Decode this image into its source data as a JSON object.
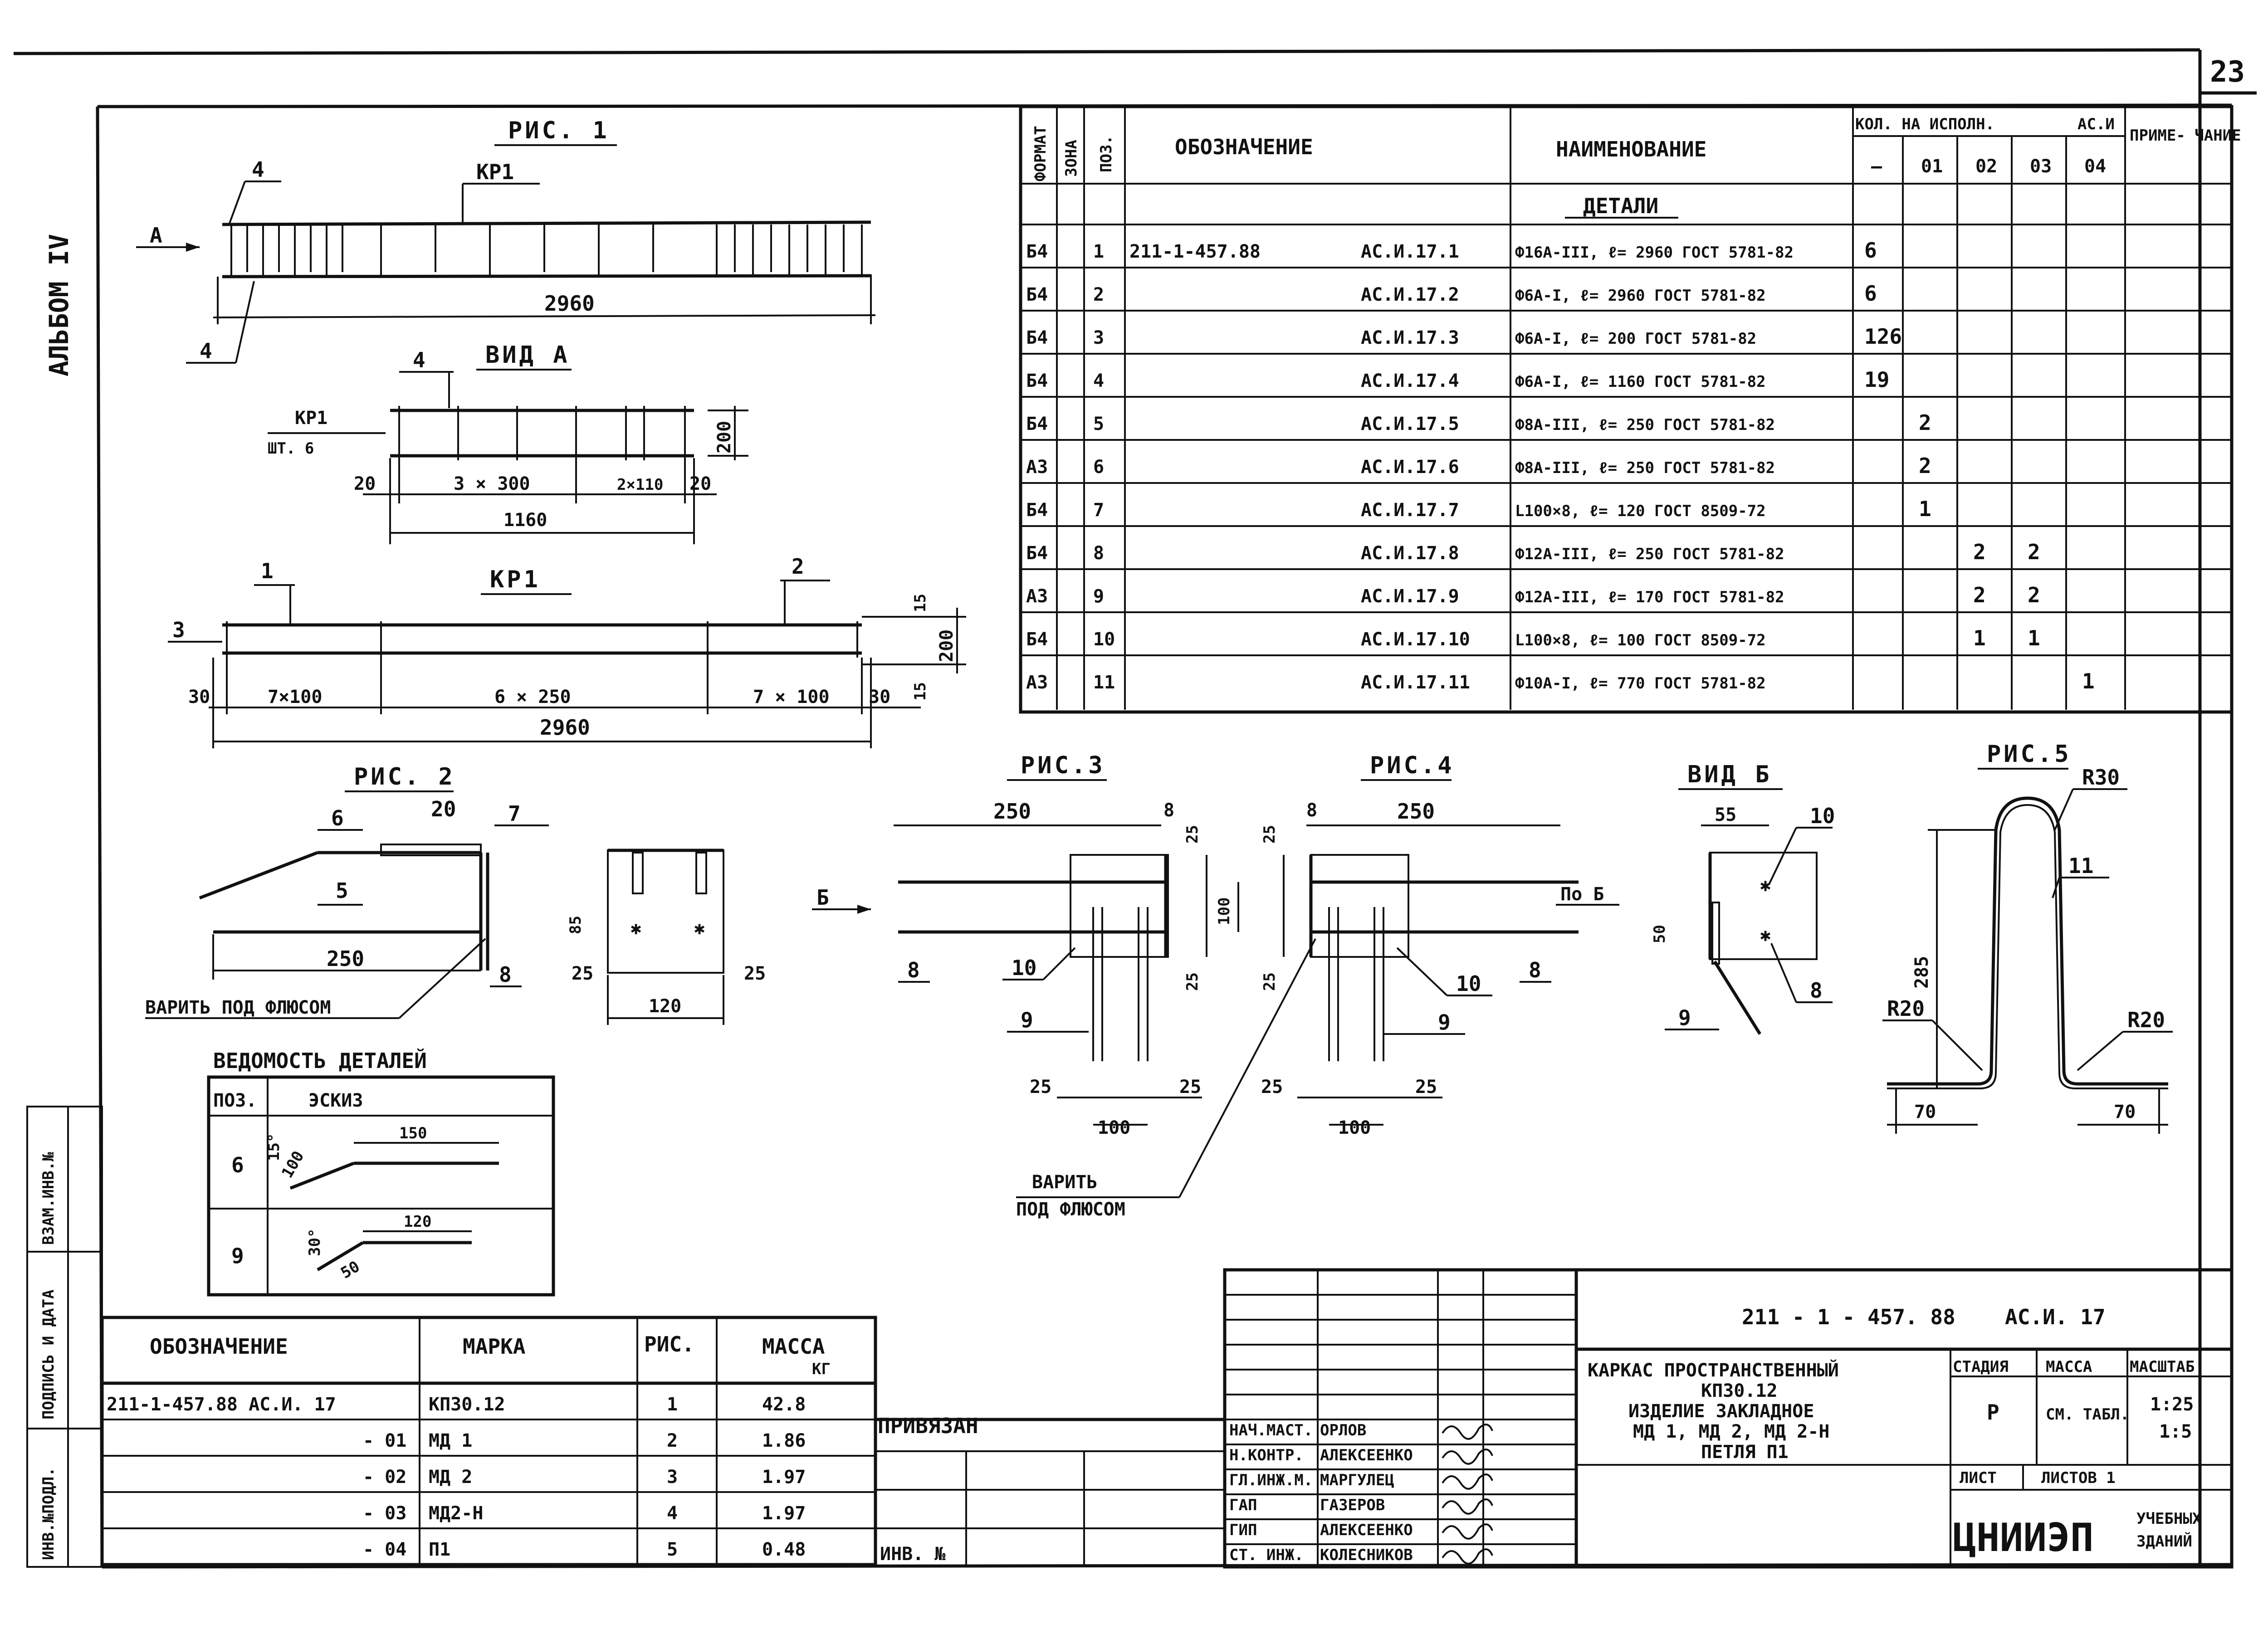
{
  "sheet_number": "23",
  "album_label": "АЛЬБОМ IV",
  "figures": {
    "fig1": {
      "title": "РИС. 1",
      "kr_label": "КР1",
      "dim_total": "2960",
      "marker_a": "А",
      "callout_4a": "4",
      "callout_4b": "4"
    },
    "view_a": {
      "title": "ВИД А",
      "callout": "4",
      "kr_label": "КР1",
      "qty": "ШТ. 6",
      "dim_20a": "20",
      "dim_3x300": "3 × 300",
      "dim_2x110": "2×110",
      "dim_20b": "20",
      "dim_1160": "1160",
      "dim_200": "200"
    },
    "kr1": {
      "title": "КР1",
      "callout_1": "1",
      "callout_2": "2",
      "callout_3": "3",
      "dim_30a": "30",
      "dim_7x100a": "7×100",
      "dim_6x250": "6 × 250",
      "dim_7x100b": "7 × 100",
      "dim_30b": "30",
      "dim_15a": "15",
      "dim_15b": "15",
      "dim_200": "200",
      "dim_2960": "2960"
    },
    "fig2": {
      "title": "РИС. 2",
      "callout_6": "6",
      "callout_5": "5",
      "callout_7": "7",
      "callout_8": "8",
      "dim_20": "20",
      "dim_250": "250",
      "weld_note": "ВАРИТЬ ПОД ФЛЮСОМ",
      "dim_85": "85",
      "dim_25a": "25",
      "dim_25b": "25",
      "dim_120": "120"
    },
    "fig3": {
      "title": "РИС.3",
      "dim_250": "250",
      "dim_8": "8",
      "dim_25a": "25",
      "dim_100": "100",
      "dim_25b": "25",
      "callout_8": "8",
      "callout_10": "10",
      "callout_9": "9",
      "dim_25c": "25",
      "dim_25d": "25",
      "dim_100b": "100",
      "view_b": "Б",
      "weld_note_1": "ВАРИТЬ",
      "weld_note_2": "ПОД ФЛЮСОМ"
    },
    "fig4": {
      "title": "РИС.4",
      "dim_250": "250",
      "dim_8": "8",
      "dim_25a": "25",
      "dim_25b": "25",
      "callout_8": "8",
      "callout_10": "10",
      "callout_9": "9",
      "dim_25c": "25",
      "dim_25d": "25",
      "dim_100": "100",
      "pob": "По Б"
    },
    "view_b": {
      "title": "ВИД Б",
      "dim_55": "55",
      "callout_10": "10",
      "callout_8": "8",
      "callout_9": "9",
      "dim_50": "50"
    },
    "fig5": {
      "title": "РИС.5",
      "r30": "R30",
      "callout_11": "11",
      "dim_285": "285",
      "r20a": "R20",
      "r20b": "R20",
      "dim_70a": "70",
      "dim_70b": "70"
    }
  },
  "spec_table": {
    "head": {
      "format": "ФОРМАТ",
      "zone": "ЗОНА",
      "pos": "ПОЗ.",
      "designation": "ОБОЗНАЧЕНИЕ",
      "name": "НАИМЕНОВАНИЕ",
      "qty": "КОЛ. НА ИСПОЛН.",
      "qty_doc": "АС.И",
      "qty_cols": [
        "—",
        "01",
        "02",
        "03",
        "04"
      ],
      "note": "ПРИМЕ- ЧАНИЕ"
    },
    "section": "ДЕТАЛИ",
    "rows": [
      {
        "fmt": "Б4",
        "pos": "1",
        "des1": "211-1-457.88",
        "des2": "АС.И.17.1",
        "name": "Ф16А-III, ℓ= 2960 ГОСТ 5781-82",
        "q0": "6",
        "q1": "",
        "q2": "",
        "q3": "",
        "q4": ""
      },
      {
        "fmt": "Б4",
        "pos": "2",
        "des1": "",
        "des2": "АС.И.17.2",
        "name": "Ф6А-I, ℓ= 2960 ГОСТ 5781-82",
        "q0": "6",
        "q1": "",
        "q2": "",
        "q3": "",
        "q4": ""
      },
      {
        "fmt": "Б4",
        "pos": "3",
        "des1": "",
        "des2": "АС.И.17.3",
        "name": "Ф6А-I, ℓ= 200 ГОСТ 5781-82",
        "q0": "126",
        "q1": "",
        "q2": "",
        "q3": "",
        "q4": ""
      },
      {
        "fmt": "Б4",
        "pos": "4",
        "des1": "",
        "des2": "АС.И.17.4",
        "name": "Ф6А-I, ℓ= 1160 ГОСТ 5781-82",
        "q0": "19",
        "q1": "",
        "q2": "",
        "q3": "",
        "q4": ""
      },
      {
        "fmt": "Б4",
        "pos": "5",
        "des1": "",
        "des2": "АС.И.17.5",
        "name": "Ф8А-III, ℓ= 250 ГОСТ 5781-82",
        "q0": "",
        "q1": "2",
        "q2": "",
        "q3": "",
        "q4": ""
      },
      {
        "fmt": "А3",
        "pos": "6",
        "des1": "",
        "des2": "АС.И.17.6",
        "name": "Ф8А-III, ℓ= 250 ГОСТ 5781-82",
        "q0": "",
        "q1": "2",
        "q2": "",
        "q3": "",
        "q4": ""
      },
      {
        "fmt": "Б4",
        "pos": "7",
        "des1": "",
        "des2": "АС.И.17.7",
        "name": "L100×8, ℓ= 120 ГОСТ 8509-72",
        "q0": "",
        "q1": "1",
        "q2": "",
        "q3": "",
        "q4": ""
      },
      {
        "fmt": "Б4",
        "pos": "8",
        "des1": "",
        "des2": "АС.И.17.8",
        "name": "Ф12А-III, ℓ= 250 ГОСТ 5781-82",
        "q0": "",
        "q1": "",
        "q2": "2",
        "q3": "2",
        "q4": ""
      },
      {
        "fmt": "А3",
        "pos": "9",
        "des1": "",
        "des2": "АС.И.17.9",
        "name": "Ф12А-III, ℓ= 170 ГОСТ 5781-82",
        "q0": "",
        "q1": "",
        "q2": "2",
        "q3": "2",
        "q4": ""
      },
      {
        "fmt": "Б4",
        "pos": "10",
        "des1": "",
        "des2": "АС.И.17.10",
        "name": "L100×8, ℓ= 100 ГОСТ 8509-72",
        "q0": "",
        "q1": "",
        "q2": "1",
        "q3": "1",
        "q4": ""
      },
      {
        "fmt": "А3",
        "pos": "11",
        "des1": "",
        "des2": "АС.И.17.11",
        "name": "Ф10А-I, ℓ= 770 ГОСТ 5781-82",
        "q0": "",
        "q1": "",
        "q2": "",
        "q3": "",
        "q4": "1"
      }
    ]
  },
  "details_list": {
    "title": "ВЕДОМОСТЬ ДЕТАЛЕЙ",
    "col_pos": "ПОЗ.",
    "col_sketch": "ЭСКИЗ",
    "rows": [
      {
        "pos": "6",
        "d1": "150",
        "d2": "100",
        "angle": "15°"
      },
      {
        "pos": "9",
        "d1": "120",
        "d2": "50",
        "angle": "30°"
      }
    ]
  },
  "marks_table": {
    "head": {
      "designation": "ОБОЗНАЧЕНИЕ",
      "mark": "МАРКА",
      "fig": "РИС.",
      "mass": "МАССА",
      "mass_unit": "КГ"
    },
    "rows": [
      {
        "designation": "211-1-457.88 АС.И. 17",
        "mark": "КП30.12",
        "fig": "1",
        "mass": "42.8"
      },
      {
        "designation": "- 01",
        "mark": "МД 1",
        "fig": "2",
        "mass": "1.86"
      },
      {
        "designation": "- 02",
        "mark": "МД 2",
        "fig": "3",
        "mass": "1.97"
      },
      {
        "designation": "- 03",
        "mark": "МД2-Н",
        "fig": "4",
        "mass": "1.97"
      },
      {
        "designation": "- 04",
        "mark": "П1",
        "fig": "5",
        "mass": "0.48"
      }
    ]
  },
  "stamp": {
    "privyazan": "ПРИВЯЗАН",
    "inv_no": "ИНВ. №",
    "doc_code": "211 - 1 - 457. 88",
    "doc_sheet": "АС.И. 17",
    "title_lines": [
      "КАРКАС ПРОСТРАНСТВЕННЫЙ",
      "КП30.12",
      "ИЗДЕЛИЕ ЗАКЛАДНОЕ",
      "МД 1, МД 2, МД 2-Н",
      "ПЕТЛЯ П1"
    ],
    "stage_label": "СТАДИЯ",
    "mass_label": "МАССА",
    "scale_label": "МАСШТАБ",
    "stage": "Р",
    "mass": "СМ. ТАБЛ.",
    "scale1": "1:25",
    "scale2": "1:5",
    "sheet_label": "ЛИСТ",
    "sheets_label": "ЛИСТОВ 1",
    "org_main": "ЦНИИЭП",
    "org_sub1": "УЧЕБНЫХ",
    "org_sub2": "ЗДАНИЙ",
    "people": [
      {
        "role": "НАЧ.МАСТ.",
        "name": "ОРЛОВ"
      },
      {
        "role": "Н.КОНТР.",
        "name": "АЛЕКСЕЕНКО"
      },
      {
        "role": "ГЛ.ИНЖ.М.",
        "name": "МАРГУЛЕЦ"
      },
      {
        "role": "ГАП",
        "name": "ГАЗЕРОВ"
      },
      {
        "role": "ГИП",
        "name": "АЛЕКСЕЕНКО"
      },
      {
        "role": "СТ. ИНЖ.",
        "name": "КОЛЕСНИКОВ"
      }
    ]
  },
  "side_stamp": {
    "c1": "ИНВ.№ПОДЛ.",
    "c2": "ПОДПИСЬ И ДАТА",
    "c3": "ВЗАМ.ИНВ.№"
  }
}
